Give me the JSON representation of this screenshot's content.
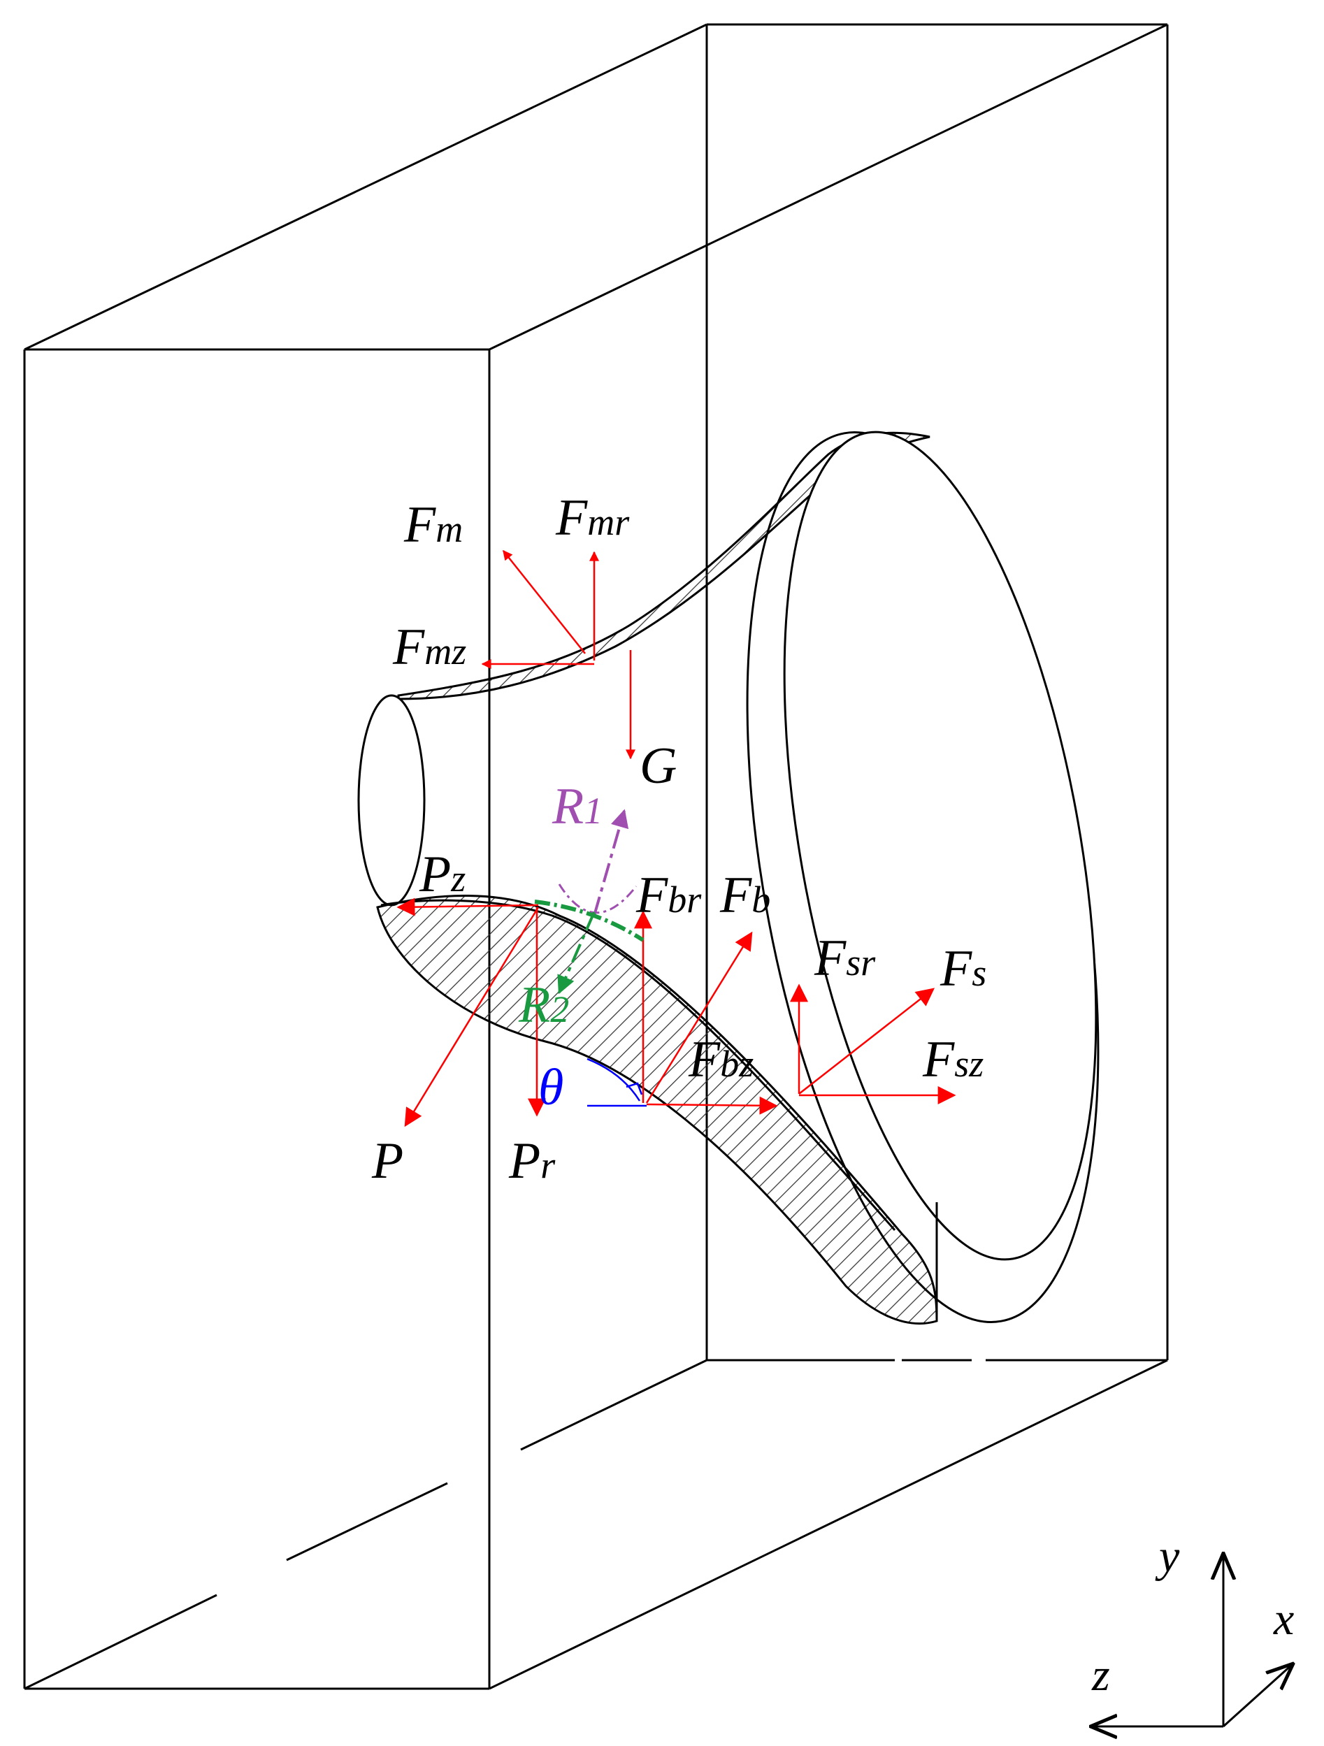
{
  "labels": {
    "F_m": {
      "base": "F",
      "sub": "m"
    },
    "F_mr": {
      "base": "F",
      "sub": "mr"
    },
    "F_mz": {
      "base": "F",
      "sub": "mz"
    },
    "G": {
      "base": "G"
    },
    "R_1": {
      "base": "R",
      "sub": "1"
    },
    "P_z": {
      "base": "P",
      "sub": "z"
    },
    "F_br": {
      "base": "F",
      "sub": "br"
    },
    "F_b": {
      "base": "F",
      "sub": "b"
    },
    "F_sr": {
      "base": "F",
      "sub": "sr"
    },
    "F_s": {
      "base": "F",
      "sub": "s"
    },
    "R_2": {
      "base": "R",
      "sub": "2"
    },
    "theta": {
      "base": "θ"
    },
    "F_bz": {
      "base": "F",
      "sub": "bz"
    },
    "F_sz": {
      "base": "F",
      "sub": "sz"
    },
    "P": {
      "base": "P"
    },
    "P_r": {
      "base": "P",
      "sub": "r"
    }
  },
  "axes": {
    "x": "x",
    "y": "y",
    "z": "z"
  },
  "colors": {
    "line": "#000000",
    "force": "#ff0000",
    "R1": "#a04fb0",
    "R2": "#1a9a40",
    "theta": "#0000ff",
    "hatch": "#333333"
  }
}
